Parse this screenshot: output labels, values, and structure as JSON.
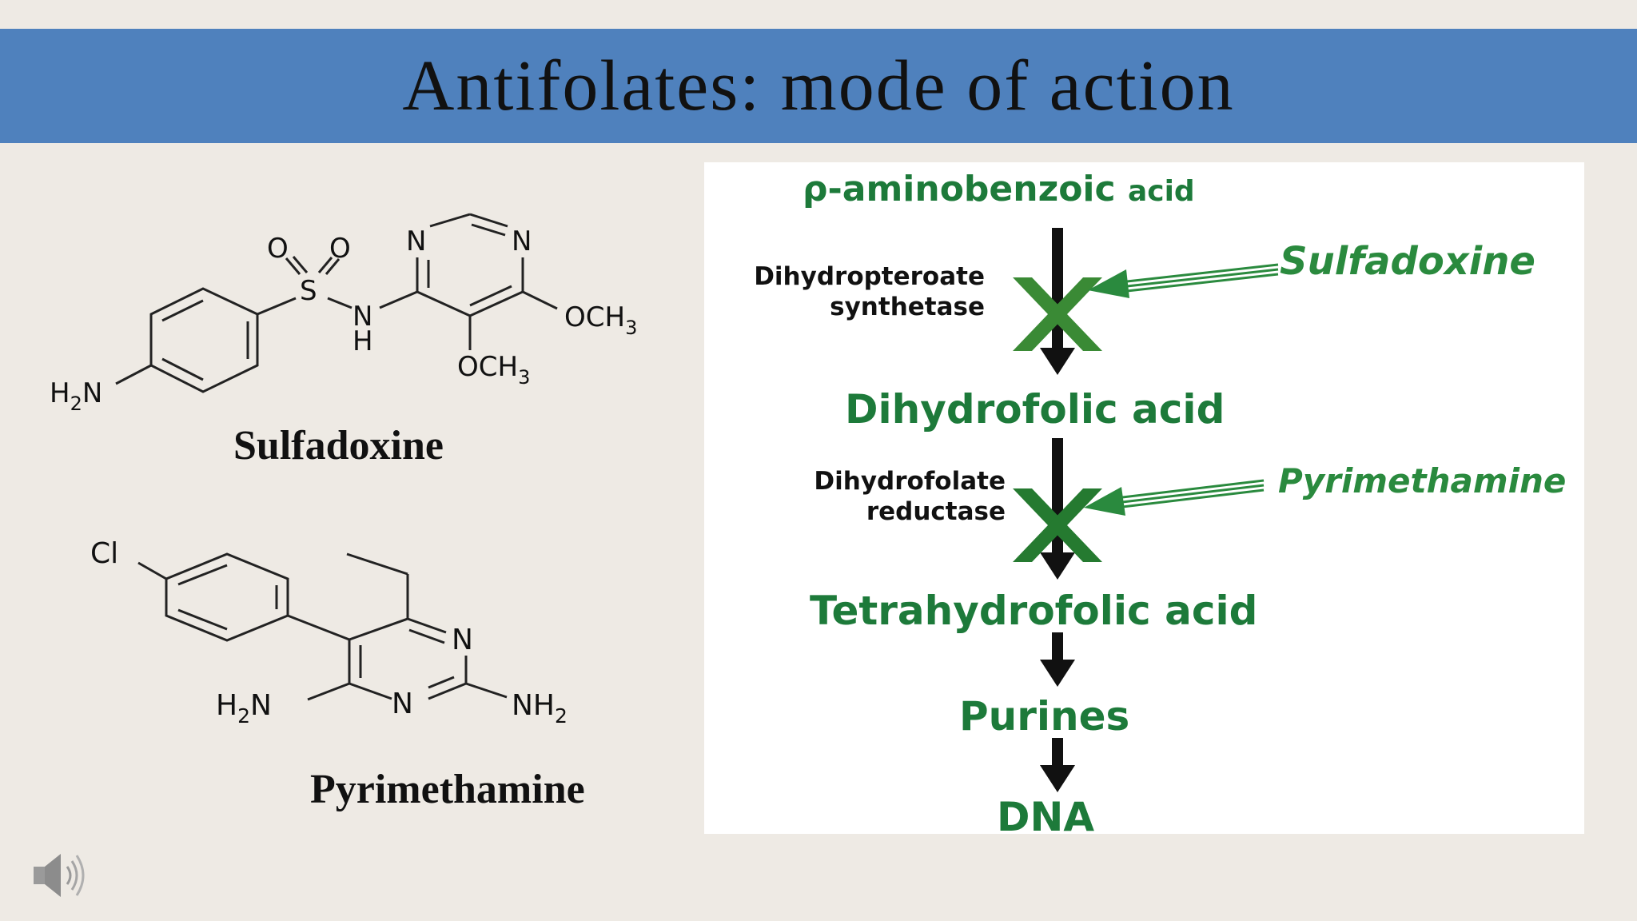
{
  "slide": {
    "title": "Antifolates: mode of action"
  },
  "structures": {
    "sulfadoxine": {
      "name": "Sulfadoxine",
      "atoms": {
        "o1": "O",
        "o2": "O",
        "s": "S",
        "n": "N",
        "h": "H",
        "ring_n1": "N",
        "ring_n2": "N",
        "och3_a": "OCH",
        "och3_b": "OCH",
        "sub3": "3",
        "h2n": "H",
        "sub2": "2",
        "h2n_n": "N"
      }
    },
    "pyrimethamine": {
      "name": "Pyrimethamine",
      "atoms": {
        "cl": "Cl",
        "n_top": "N",
        "n_bottom": "N",
        "h2n_h": "H",
        "h2n_sub": "2",
        "h2n_n": "N",
        "nh2_nh": "NH",
        "nh2_sub": "2"
      }
    }
  },
  "pathway": {
    "step1": "ρ-aminobenzoic",
    "step1_suffix": "acid",
    "enzyme1_line1": "Dihydropteroate",
    "enzyme1_line2": "synthetase",
    "drug1": "Sulfadoxine",
    "step2": "Dihydrofolic acid",
    "enzyme2_line1": "Dihydrofolate",
    "enzyme2_line2": "reductase",
    "drug2": "Pyrimethamine",
    "step3": "Tetrahydrofolic acid",
    "step4": "Purines",
    "step5": "DNA"
  },
  "colors": {
    "title_bar": "#4f81bd",
    "background": "#eeeae4",
    "pathway_green": "#1d7a3a",
    "block_x_green": "#3a8a35"
  },
  "icons": {
    "audio": "speaker-icon"
  }
}
